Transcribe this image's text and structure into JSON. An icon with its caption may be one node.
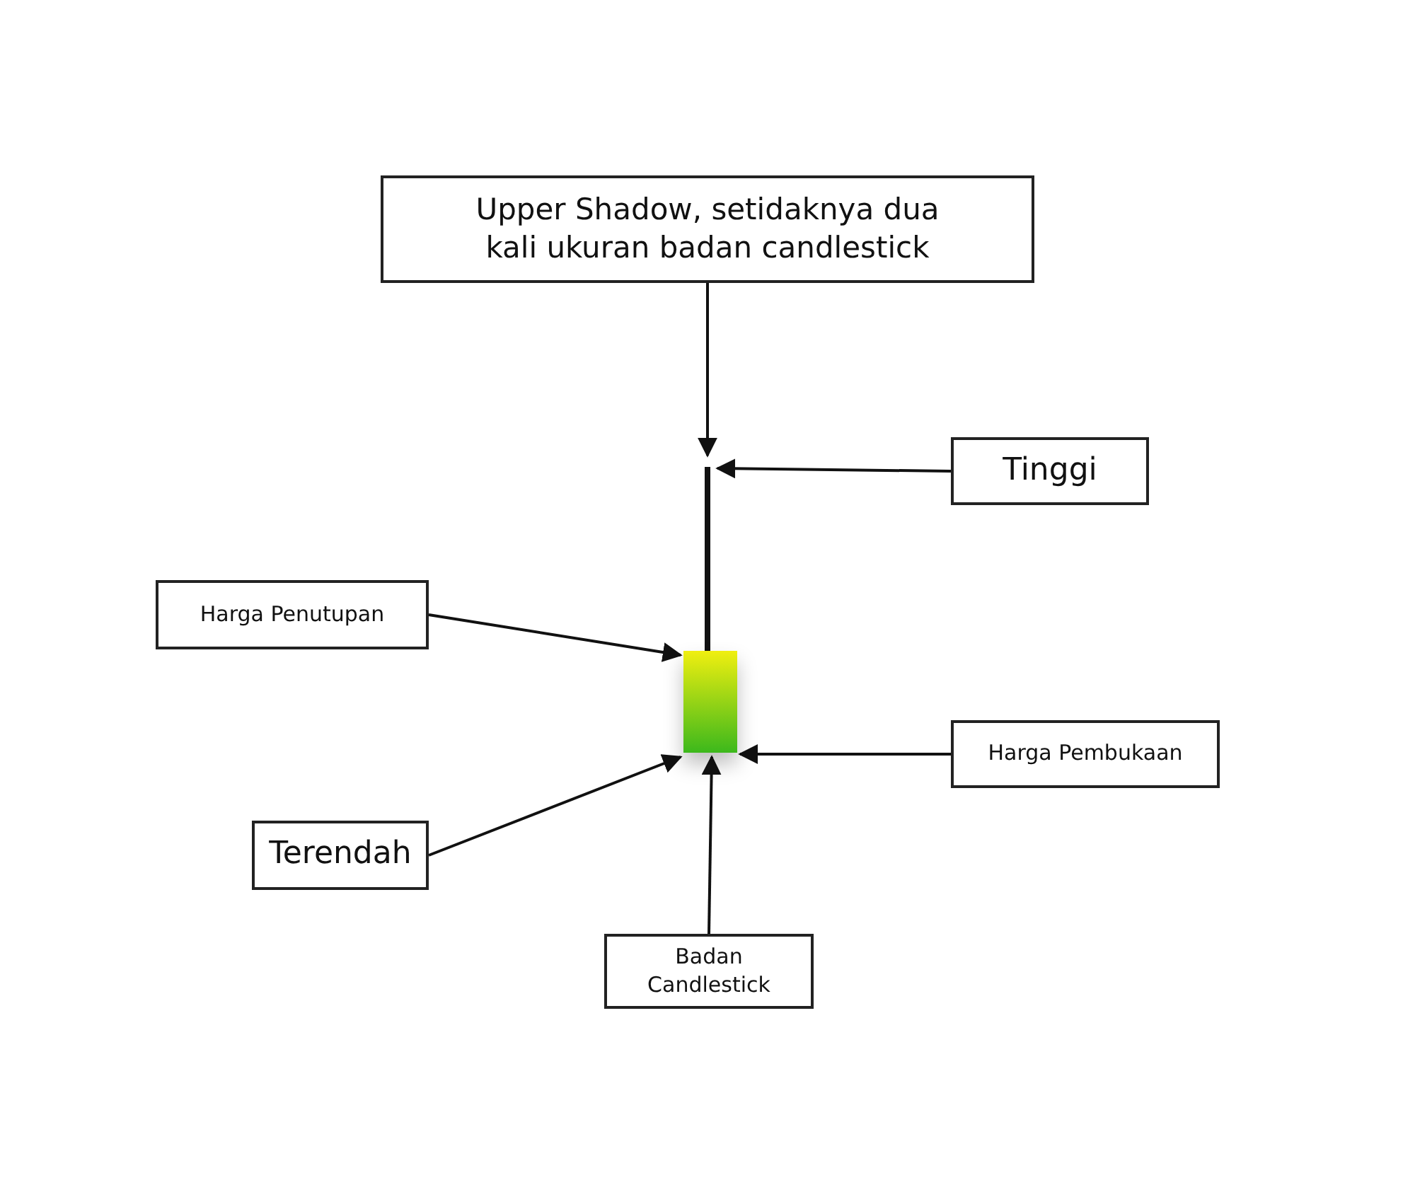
{
  "diagram": {
    "nodes": [
      {
        "text": [
          "Upper Shadow, setidaknya dua kali ukuran badan candlestick"
        ]
      },
      {
        "text": [
          "Tinggi"
        ]
      },
      {
        "text": [
          "Harga Penutupan"
        ]
      },
      {
        "text": [
          "Harga Pembukaan"
        ]
      },
      {
        "text": [
          "Terendah"
        ]
      },
      {
        "text": [
          "Badan Candlestick"
        ]
      },
      {
        "text": [],
        "shape": "bar"
      },
      {
        "text": [],
        "shape": "bar"
      }
    ],
    "edges": [
      {
        "from": 0,
        "to": 6,
        "arrow": "to"
      },
      {
        "from": 1,
        "to": 6,
        "arrow": "to"
      },
      {
        "from": 2,
        "to": 7,
        "arrow": "to"
      },
      {
        "from": 3,
        "to": 7,
        "arrow": "to"
      },
      {
        "from": 4,
        "to": 7,
        "arrow": "to"
      },
      {
        "from": 5,
        "to": 7,
        "arrow": "to"
      }
    ]
  }
}
